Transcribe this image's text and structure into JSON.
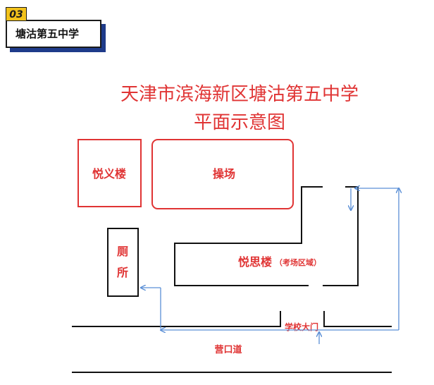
{
  "badge": {
    "number": "03",
    "label": "塘沽第五中学"
  },
  "title": {
    "line1": "天津市滨海新区塘沽第五中学",
    "line2": "平面示意图"
  },
  "buildings": {
    "yueyi": "悦义楼",
    "playground": "操场",
    "toilet_char1": "厕",
    "toilet_char2": "所",
    "yuesi": "悦思楼",
    "yuesi_note": "（考场区域）"
  },
  "labels": {
    "gate": "学校大门",
    "road": "营口道"
  },
  "colors": {
    "red": "#e03434",
    "blue": "#5b8fd6",
    "black": "#111111",
    "badge_yellow": "#f2c21b",
    "badge_blue": "#1e3b8a"
  }
}
